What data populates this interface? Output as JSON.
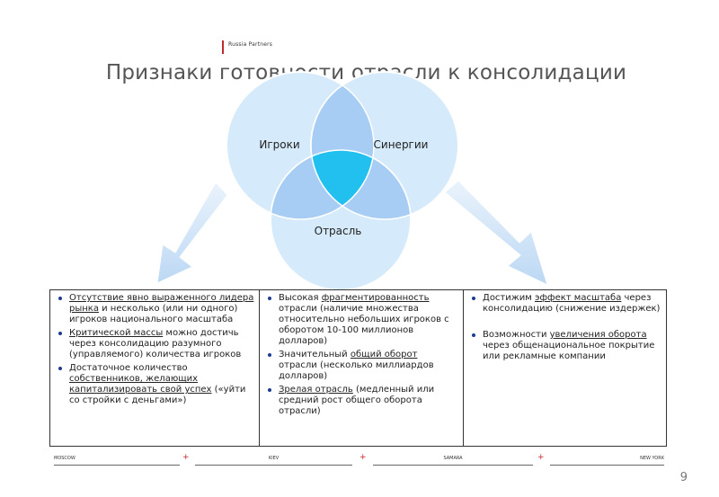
{
  "header": {
    "brand": "Russia Partners",
    "title": "Признаки готовности отрасли к консолидации"
  },
  "diagram": {
    "circles": [
      {
        "label": "Игроки"
      },
      {
        "label": "Синергии"
      },
      {
        "label": "Отрасль"
      }
    ],
    "colors": {
      "circle_fill": "#d5eafa",
      "circle_stroke": "#ffffff",
      "overlap_pair": "#a7cdf4",
      "overlap_center": "#22c0ef",
      "arrow_fill": "#c3dcf5"
    }
  },
  "table": {
    "col1": {
      "b1": {
        "p1": "Отсутствие явно выраженного лидера рынка",
        "p2": " и несколько (или ни одного) игроков национального масштаба"
      },
      "b2": {
        "p1": "Критической массы",
        "p2": " можно достичь через консолидацию разумного (управляемого) количества игроков"
      },
      "b3": {
        "p1": "Достаточное количество ",
        "p2": "собственников, желающих капитализировать свой успех",
        "p3": " («уйти со стройки с деньгами»)"
      }
    },
    "col2": {
      "b1": {
        "p1": "Высокая ",
        "p2": "фрагментированность",
        "p3": " отрасли (наличие множества относительно небольших игроков с оборотом 10-100 миллионов долларов)"
      },
      "b2": {
        "p1": "Значительный ",
        "p2": "общий оборот",
        "p3": " отрасли (несколько миллиардов долларов)"
      },
      "b3": {
        "p1": "Зрелая отрасль",
        "p2": " (медленный или средний рост общего оборота отрасли)"
      }
    },
    "col3": {
      "b1": {
        "p1": "Достижим ",
        "p2": "эффект масштаба",
        "p3": " через консолидацию (снижение издержек)"
      },
      "b2": {
        "p1": "Возможности ",
        "p2": "увеличения оборота",
        "p3": " через общенациональное покрытие или рекламные компании"
      }
    }
  },
  "footer": {
    "cities": [
      "MOSCOW",
      "KIEV",
      "SAMARA",
      "NEW YORK"
    ],
    "separator": "+"
  },
  "page": {
    "number": "9"
  }
}
